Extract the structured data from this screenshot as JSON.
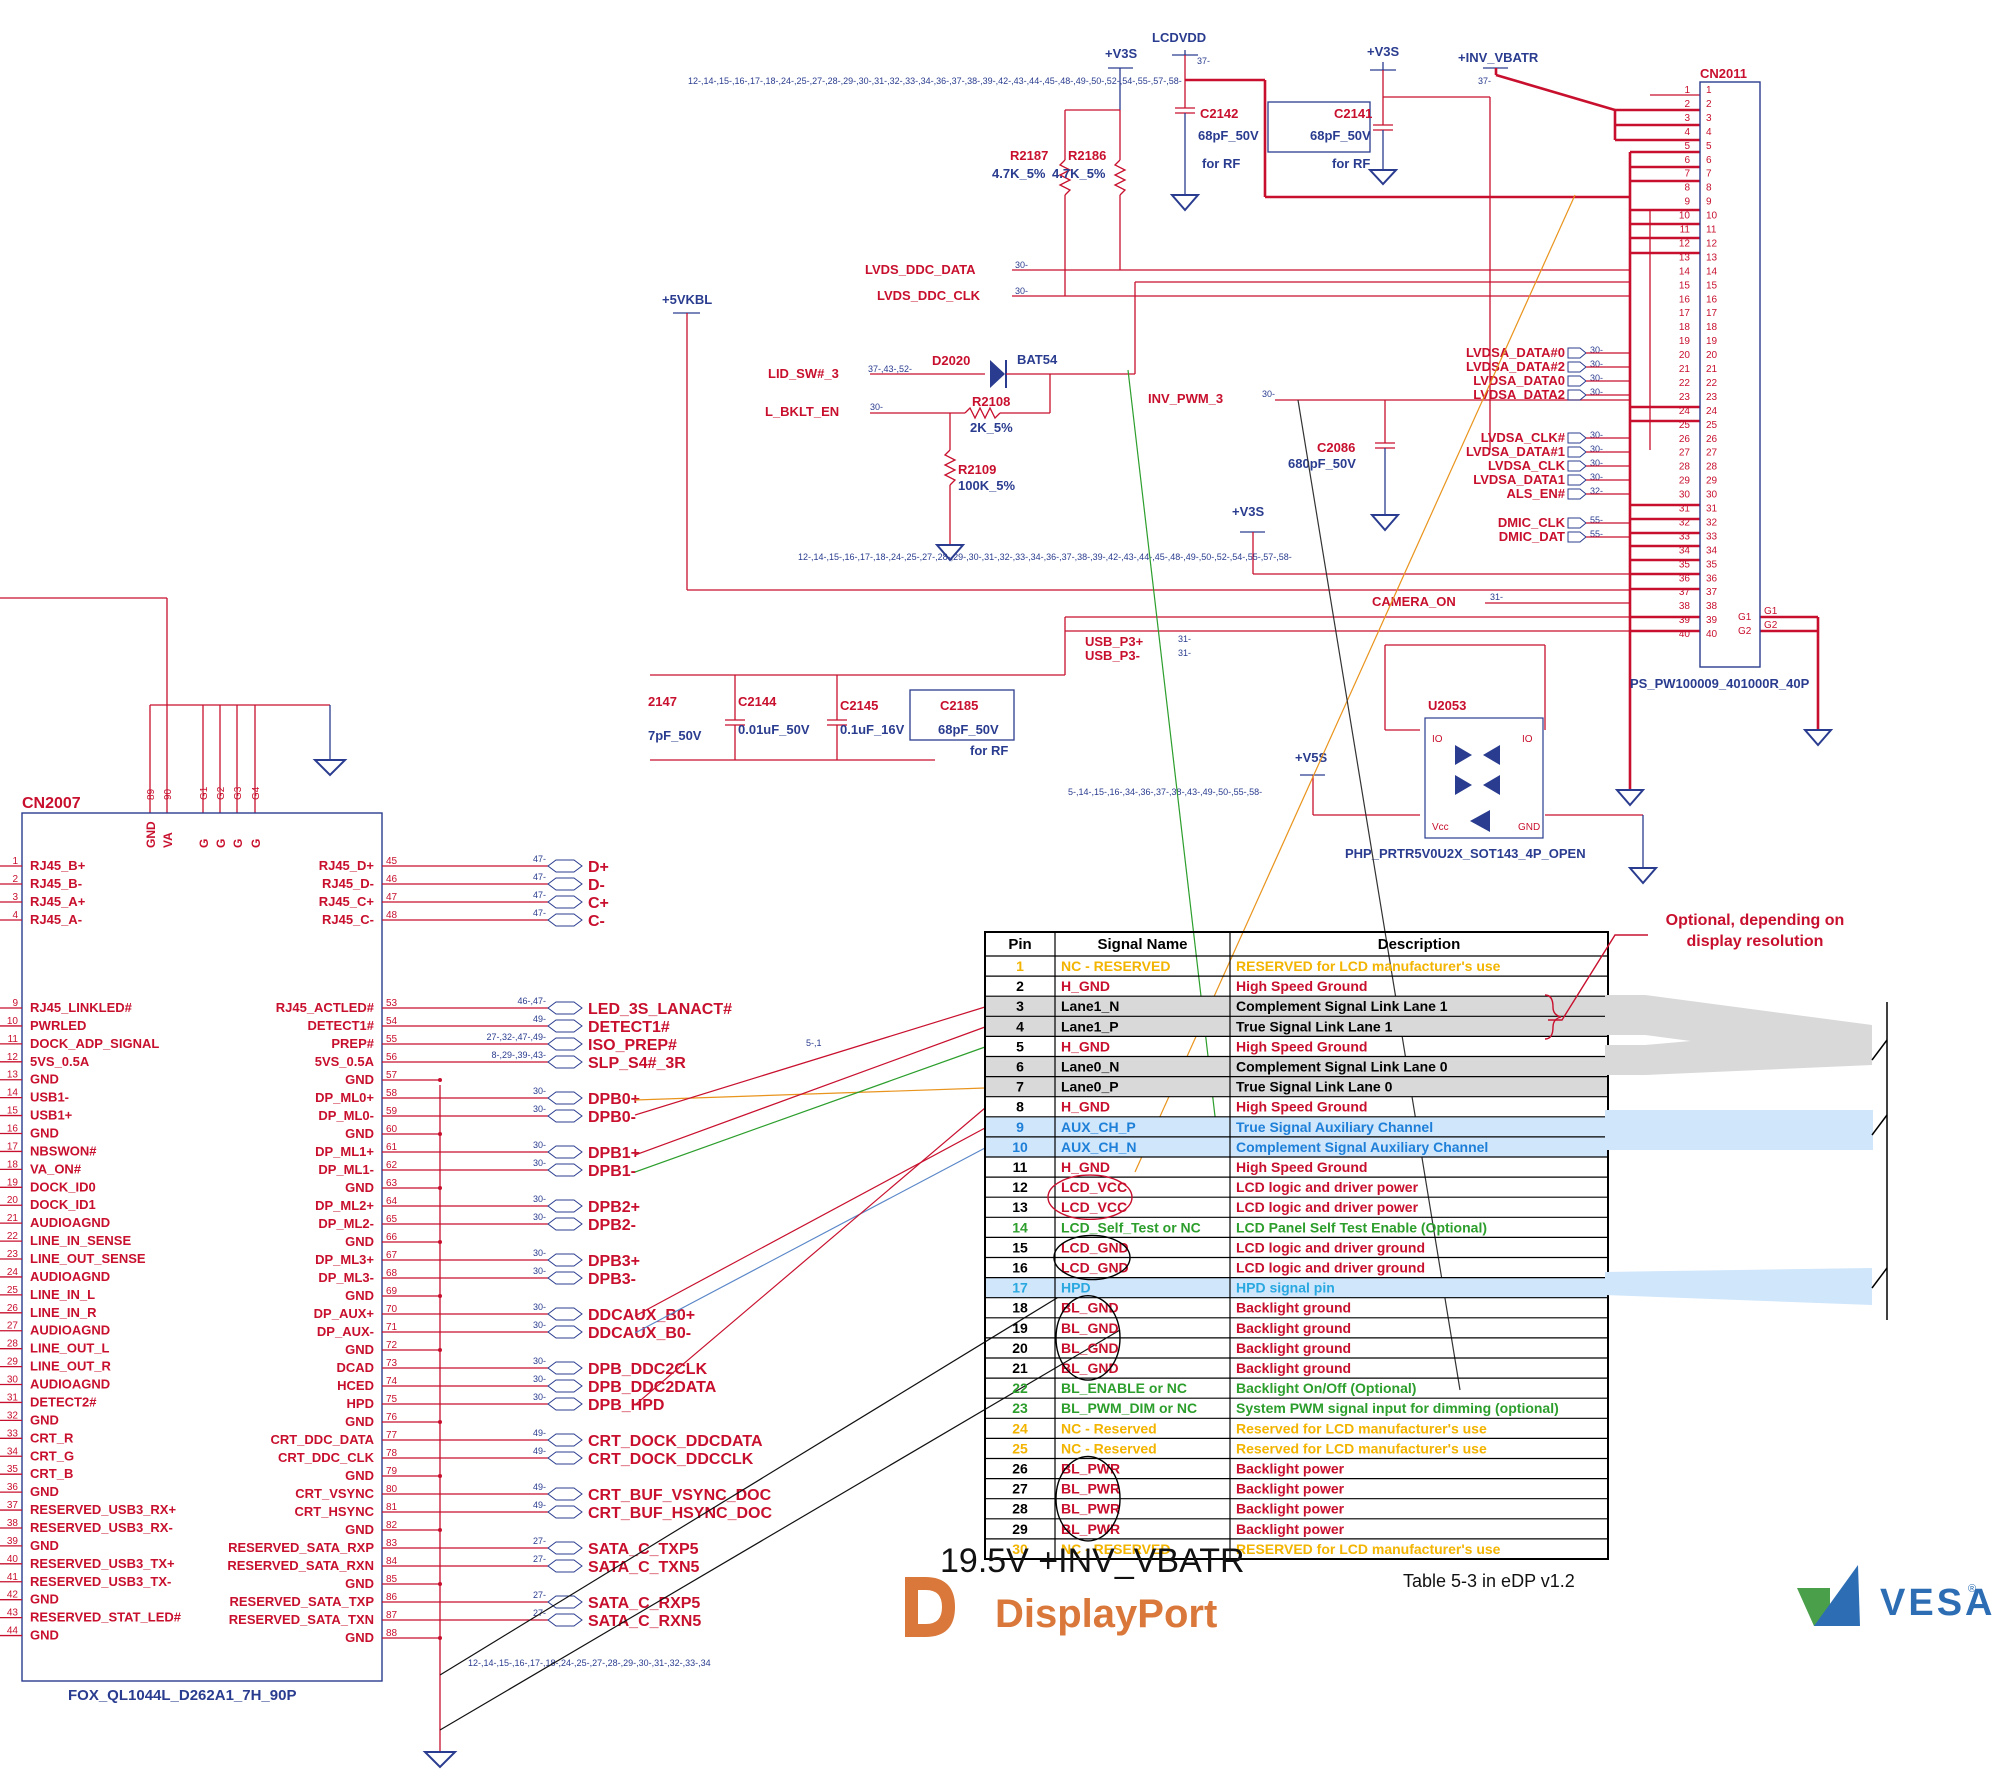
{
  "page": {
    "overlay_title": "19.5V +INV_VBATR",
    "table_caption": "Table 5-3 in eDP v1.2",
    "displayport_logo": "DisplayPort",
    "vesa_logo": "VESA",
    "annotation": "Optional, depending on\ndisplay resolution",
    "decorative_lines": [
      "1"
    ]
  },
  "colors": {
    "schematic_red": "#c8102e",
    "schematic_blue": "#2a3c8f",
    "reserved_yellow": "#f2b400",
    "aux_blue": "#1e7fd8",
    "optional_green": "#2c9e2c",
    "lane_gray": "#d9d9d9",
    "aux_band": "#cfe6fb",
    "displayport_orange": "#d9783a",
    "vesa_green": "#4aa04a",
    "vesa_blue": "#2d6db4"
  },
  "power_rails": {
    "v3s_a": "+V3S",
    "lcdvdd": "LCDVDD",
    "v3s_b": "+V3S",
    "inv_vbatr": "+INV_VBATR",
    "v5vkbl": "+5VKBL",
    "v3s_c": "+V3S",
    "v5s": "+V5S"
  },
  "refs": {
    "r1": "12-,14-,15-,16-,17-,18-,24-,25-,27-,28-,29-,30-,31-,32-,33-,34-,36-,37-,38-,39-,42-,43-,44-,45-,48-,49-,50-,52-,54-,55-,57-,58-",
    "r2": "12-,14-,15-,16-,17-,18-,24-,25-,27-,28-,29-,30-,31-,32-,33-,34-,36-,37-,38-,39-,42-,43-,44-,45-,48-,49-,50-,52-,54-,55-,57-,58-",
    "r3": "5-,14-,15-,16-,34-,36-,37-,38-,43-,49-,50-,55-,58-",
    "r4": "12-,14-,15-,16-,17-,18-,24-,25-,27-,28-,29-,30-,31-,32-,33-,34",
    "lcdvdd_ref": "37-",
    "vbatr_ref": "37-",
    "mid_ref": "5-,1"
  },
  "components": {
    "r2187": {
      "name": "R2187",
      "value": "4.7K_5%"
    },
    "r2186": {
      "name": "R2186",
      "value": "4.7K_5%"
    },
    "c2142": {
      "name": "C2142",
      "value": "68pF_50V",
      "note": "for RF"
    },
    "c2141": {
      "name": "C2141",
      "value": "68pF_50V",
      "note": "for RF"
    },
    "d2020": {
      "name": "D2020",
      "part": "BAT54"
    },
    "r2108": {
      "name": "R2108",
      "value": "2K_5%"
    },
    "r2109": {
      "name": "R2109",
      "value": "100K_5%"
    },
    "c2086": {
      "name": "C2086",
      "value": "680pF_50V"
    },
    "c2147": {
      "name": "2147",
      "value": "7pF_50V"
    },
    "c2144": {
      "name": "C2144",
      "value": "0.01uF_50V"
    },
    "c2145": {
      "name": "C2145",
      "value": "0.1uF_16V"
    },
    "c2185": {
      "name": "C2185",
      "value": "68pF_50V",
      "note": "for RF"
    },
    "u2053": {
      "name": "U2053",
      "part": "PHP_PRTR5V0U2X_SOT143_4P_OPEN",
      "io": "IO",
      "vcc": "Vcc",
      "gnd": "GND"
    },
    "cn2011": {
      "name": "CN2011",
      "part": "PS_PW100009_401000R_40P",
      "g1": "G1",
      "g2": "G2"
    },
    "cn2007": {
      "name": "CN2007",
      "part": "FOX_QL1044L_D262A1_7H_90P"
    }
  },
  "nets_top": [
    {
      "name": "LVDS_DDC_DATA",
      "ref": "30-"
    },
    {
      "name": "LVDS_DDC_CLK",
      "ref": "30-"
    },
    {
      "name": "LID_SW#_3",
      "ref": "37-,43-,52-"
    },
    {
      "name": "L_BKLT_EN",
      "ref": "30-"
    },
    {
      "name": "INV_PWM_3",
      "ref": "30-"
    },
    {
      "name": "CAMERA_ON",
      "ref": "31-"
    },
    {
      "name": "USB_P3+",
      "ref": "31-"
    },
    {
      "name": "USB_P3-",
      "ref": "31-"
    }
  ],
  "nets_cn2011_left": [
    {
      "name": "LVDSA_DATA#0",
      "ref": "30-"
    },
    {
      "name": "LVDSA_DATA#2",
      "ref": "30-"
    },
    {
      "name": "LVDSA_DATA0",
      "ref": "30-"
    },
    {
      "name": "LVDSA_DATA2",
      "ref": "30-"
    },
    {
      "name": "LVDSA_CLK#",
      "ref": "30-"
    },
    {
      "name": "LVDSA_DATA#1",
      "ref": "30-"
    },
    {
      "name": "LVDSA_CLK",
      "ref": "30-"
    },
    {
      "name": "LVDSA_DATA1",
      "ref": "30-"
    },
    {
      "name": "ALS_EN#",
      "ref": "32-"
    },
    {
      "name": "DMIC_CLK",
      "ref": "55-"
    },
    {
      "name": "DMIC_DAT",
      "ref": "55-"
    }
  ],
  "cn2007_top_pins": [
    {
      "num": "89",
      "name": "GND"
    },
    {
      "num": "90",
      "name": "VA"
    },
    {
      "num": "G1",
      "name": "G"
    },
    {
      "num": "G2",
      "name": "G"
    },
    {
      "num": "G3",
      "name": "G"
    },
    {
      "num": "G4",
      "name": "G"
    }
  ],
  "cn2007_left": [
    {
      "n": "1",
      "name": "RJ45_B+"
    },
    {
      "n": "2",
      "name": "RJ45_B-"
    },
    {
      "n": "3",
      "name": "RJ45_A+"
    },
    {
      "n": "4",
      "name": "RJ45_A-"
    },
    {
      "n": "9",
      "name": "RJ45_LINKLED#"
    },
    {
      "n": "10",
      "name": "PWRLED"
    },
    {
      "n": "11",
      "name": "DOCK_ADP_SIGNAL"
    },
    {
      "n": "12",
      "name": "5VS_0.5A"
    },
    {
      "n": "13",
      "name": "GND"
    },
    {
      "n": "14",
      "name": "USB1-"
    },
    {
      "n": "15",
      "name": "USB1+"
    },
    {
      "n": "16",
      "name": "GND"
    },
    {
      "n": "17",
      "name": "NBSWON#"
    },
    {
      "n": "18",
      "name": "VA_ON#"
    },
    {
      "n": "19",
      "name": "DOCK_ID0"
    },
    {
      "n": "20",
      "name": "DOCK_ID1"
    },
    {
      "n": "21",
      "name": "AUDIOAGND"
    },
    {
      "n": "22",
      "name": "LINE_IN_SENSE"
    },
    {
      "n": "23",
      "name": "LINE_OUT_SENSE"
    },
    {
      "n": "24",
      "name": "AUDIOAGND"
    },
    {
      "n": "25",
      "name": "LINE_IN_L"
    },
    {
      "n": "26",
      "name": "LINE_IN_R"
    },
    {
      "n": "27",
      "name": "AUDIOAGND"
    },
    {
      "n": "28",
      "name": "LINE_OUT_L"
    },
    {
      "n": "29",
      "name": "LINE_OUT_R"
    },
    {
      "n": "30",
      "name": "AUDIOAGND"
    },
    {
      "n": "31",
      "name": "DETECT2#"
    },
    {
      "n": "32",
      "name": "GND"
    },
    {
      "n": "33",
      "name": "CRT_R"
    },
    {
      "n": "34",
      "name": "CRT_G"
    },
    {
      "n": "35",
      "name": "CRT_B"
    },
    {
      "n": "36",
      "name": "GND"
    },
    {
      "n": "37",
      "name": "RESERVED_USB3_RX+"
    },
    {
      "n": "38",
      "name": "RESERVED_USB3_RX-"
    },
    {
      "n": "39",
      "name": "GND"
    },
    {
      "n": "40",
      "name": "RESERVED_USB3_TX+"
    },
    {
      "n": "41",
      "name": "RESERVED_USB3_TX-"
    },
    {
      "n": "42",
      "name": "GND"
    },
    {
      "n": "43",
      "name": "RESERVED_STAT_LED#"
    },
    {
      "n": "44",
      "name": "GND"
    }
  ],
  "cn2007_right": [
    {
      "n": "45",
      "name": "RJ45_D+",
      "ref": "47-",
      "net": "D+"
    },
    {
      "n": "46",
      "name": "RJ45_D-",
      "ref": "47-",
      "net": "D-"
    },
    {
      "n": "47",
      "name": "RJ45_C+",
      "ref": "47-",
      "net": "C+"
    },
    {
      "n": "48",
      "name": "RJ45_C-",
      "ref": "47-",
      "net": "C-"
    },
    {
      "n": "53",
      "name": "RJ45_ACTLED#",
      "ref": "46-,47-",
      "net": "LED_3S_LANACT#"
    },
    {
      "n": "54",
      "name": "DETECT1#",
      "ref": "49-",
      "net": "DETECT1#"
    },
    {
      "n": "55",
      "name": "PREP#",
      "ref": "27-,32-,47-,49-",
      "net": "ISO_PREP#"
    },
    {
      "n": "56",
      "name": "5VS_0.5A",
      "ref": "8-,29-,39-,43-",
      "net": "SLP_S4#_3R"
    },
    {
      "n": "57",
      "name": "GND",
      "ref": "",
      "net": ""
    },
    {
      "n": "58",
      "name": "DP_ML0+",
      "ref": "30-",
      "net": "DPB0+"
    },
    {
      "n": "59",
      "name": "DP_ML0-",
      "ref": "30-",
      "net": "DPB0-"
    },
    {
      "n": "60",
      "name": "GND",
      "ref": "",
      "net": ""
    },
    {
      "n": "61",
      "name": "DP_ML1+",
      "ref": "30-",
      "net": "DPB1+"
    },
    {
      "n": "62",
      "name": "DP_ML1-",
      "ref": "30-",
      "net": "DPB1-"
    },
    {
      "n": "63",
      "name": "GND",
      "ref": "",
      "net": ""
    },
    {
      "n": "64",
      "name": "DP_ML2+",
      "ref": "30-",
      "net": "DPB2+"
    },
    {
      "n": "65",
      "name": "DP_ML2-",
      "ref": "30-",
      "net": "DPB2-"
    },
    {
      "n": "66",
      "name": "GND",
      "ref": "",
      "net": ""
    },
    {
      "n": "67",
      "name": "DP_ML3+",
      "ref": "30-",
      "net": "DPB3+"
    },
    {
      "n": "68",
      "name": "DP_ML3-",
      "ref": "30-",
      "net": "DPB3-"
    },
    {
      "n": "69",
      "name": "GND",
      "ref": "",
      "net": ""
    },
    {
      "n": "70",
      "name": "DP_AUX+",
      "ref": "30-",
      "net": "DDCAUX_B0+"
    },
    {
      "n": "71",
      "name": "DP_AUX-",
      "ref": "30-",
      "net": "DDCAUX_B0-"
    },
    {
      "n": "72",
      "name": "GND",
      "ref": "",
      "net": ""
    },
    {
      "n": "73",
      "name": "DCAD",
      "ref": "30-",
      "net": "DPB_DDC2CLK"
    },
    {
      "n": "74",
      "name": "HCED",
      "ref": "30-",
      "net": "DPB_DDC2DATA"
    },
    {
      "n": "75",
      "name": "HPD",
      "ref": "30-",
      "net": "DPB_HPD"
    },
    {
      "n": "76",
      "name": "GND",
      "ref": "",
      "net": ""
    },
    {
      "n": "77",
      "name": "CRT_DDC_DATA",
      "ref": "49-",
      "net": "CRT_DOCK_DDCDATA"
    },
    {
      "n": "78",
      "name": "CRT_DDC_CLK",
      "ref": "49-",
      "net": "CRT_DOCK_DDCCLK"
    },
    {
      "n": "79",
      "name": "GND",
      "ref": "",
      "net": ""
    },
    {
      "n": "80",
      "name": "CRT_VSYNC",
      "ref": "49-",
      "net": "CRT_BUF_VSYNC_DOC"
    },
    {
      "n": "81",
      "name": "CRT_HSYNC",
      "ref": "49-",
      "net": "CRT_BUF_HSYNC_DOC"
    },
    {
      "n": "82",
      "name": "GND",
      "ref": "",
      "net": ""
    },
    {
      "n": "83",
      "name": "RESERVED_SATA_RXP",
      "ref": "27-",
      "net": "SATA_C_TXP5"
    },
    {
      "n": "84",
      "name": "RESERVED_SATA_RXN",
      "ref": "27-",
      "net": "SATA_C_TXN5"
    },
    {
      "n": "85",
      "name": "GND",
      "ref": "",
      "net": ""
    },
    {
      "n": "86",
      "name": "RESERVED_SATA_TXP",
      "ref": "27-",
      "net": "SATA_C_RXP5"
    },
    {
      "n": "87",
      "name": "RESERVED_SATA_TXN",
      "ref": "27-",
      "net": "SATA_C_RXN5"
    },
    {
      "n": "88",
      "name": "GND",
      "ref": "",
      "net": ""
    }
  ],
  "edp_table": {
    "headers": [
      "Pin",
      "Signal Name",
      "Description"
    ],
    "rows": [
      {
        "pin": "1",
        "signal": "NC - RESERVED",
        "desc": "RESERVED for LCD manufacturer's use",
        "kind": "yellow"
      },
      {
        "pin": "2",
        "signal": "H_GND",
        "desc": "High Speed Ground",
        "kind": "red"
      },
      {
        "pin": "3",
        "signal": "Lane1_N",
        "desc": "Complement Signal Link Lane 1",
        "kind": "lane"
      },
      {
        "pin": "4",
        "signal": "Lane1_P",
        "desc": "True Signal Link Lane 1",
        "kind": "lane"
      },
      {
        "pin": "5",
        "signal": "H_GND",
        "desc": "High Speed Ground",
        "kind": "red"
      },
      {
        "pin": "6",
        "signal": "Lane0_N",
        "desc": "Complement Signal Link Lane 0",
        "kind": "lane"
      },
      {
        "pin": "7",
        "signal": "Lane0_P",
        "desc": "True Signal Link Lane 0",
        "kind": "lane"
      },
      {
        "pin": "8",
        "signal": "H_GND",
        "desc": "High Speed Ground",
        "kind": "red"
      },
      {
        "pin": "9",
        "signal": "AUX_CH_P",
        "desc": "True Signal Auxiliary Channel",
        "kind": "aux"
      },
      {
        "pin": "10",
        "signal": "AUX_CH_N",
        "desc": "Complement Signal Auxiliary Channel",
        "kind": "aux"
      },
      {
        "pin": "11",
        "signal": "H_GND",
        "desc": "High Speed Ground",
        "kind": "red"
      },
      {
        "pin": "12",
        "signal": "LCD_VCC",
        "desc": "LCD logic and driver power",
        "kind": "red"
      },
      {
        "pin": "13",
        "signal": "LCD_VCC",
        "desc": "LCD logic and driver power",
        "kind": "red"
      },
      {
        "pin": "14",
        "signal": "LCD_Self_Test or NC",
        "desc": "LCD Panel Self Test Enable (Optional)",
        "kind": "green"
      },
      {
        "pin": "15",
        "signal": "LCD_GND",
        "desc": "LCD logic and driver ground",
        "kind": "red"
      },
      {
        "pin": "16",
        "signal": "LCD_GND",
        "desc": "LCD logic and driver ground",
        "kind": "red"
      },
      {
        "pin": "17",
        "signal": "HPD",
        "desc": "HPD signal pin",
        "kind": "hpd"
      },
      {
        "pin": "18",
        "signal": "BL_GND",
        "desc": "Backlight ground",
        "kind": "red"
      },
      {
        "pin": "19",
        "signal": "BL_GND",
        "desc": "Backlight ground",
        "kind": "red"
      },
      {
        "pin": "20",
        "signal": "BL_GND",
        "desc": "Backlight ground",
        "kind": "red"
      },
      {
        "pin": "21",
        "signal": "BL_GND",
        "desc": "Backlight ground",
        "kind": "red"
      },
      {
        "pin": "22",
        "signal": "BL_ENABLE or NC",
        "desc": "Backlight On/Off (Optional)",
        "kind": "green"
      },
      {
        "pin": "23",
        "signal": "BL_PWM_DIM or NC",
        "desc": "System PWM signal input for dimming (optional)",
        "kind": "green"
      },
      {
        "pin": "24",
        "signal": "NC - Reserved",
        "desc": "Reserved for LCD manufacturer's use",
        "kind": "yellow"
      },
      {
        "pin": "25",
        "signal": "NC - Reserved",
        "desc": "Reserved for LCD manufacturer's use",
        "kind": "yellow"
      },
      {
        "pin": "26",
        "signal": "BL_PWR",
        "desc": "Backlight power",
        "kind": "red"
      },
      {
        "pin": "27",
        "signal": "BL_PWR",
        "desc": "Backlight power",
        "kind": "red"
      },
      {
        "pin": "28",
        "signal": "BL_PWR",
        "desc": "Backlight power",
        "kind": "red"
      },
      {
        "pin": "29",
        "signal": "BL_PWR",
        "desc": "Backlight power",
        "kind": "red"
      },
      {
        "pin": "30",
        "signal": "NC - RESERVED",
        "desc": "RESERVED for LCD manufacturer's use",
        "kind": "yellow"
      }
    ]
  }
}
